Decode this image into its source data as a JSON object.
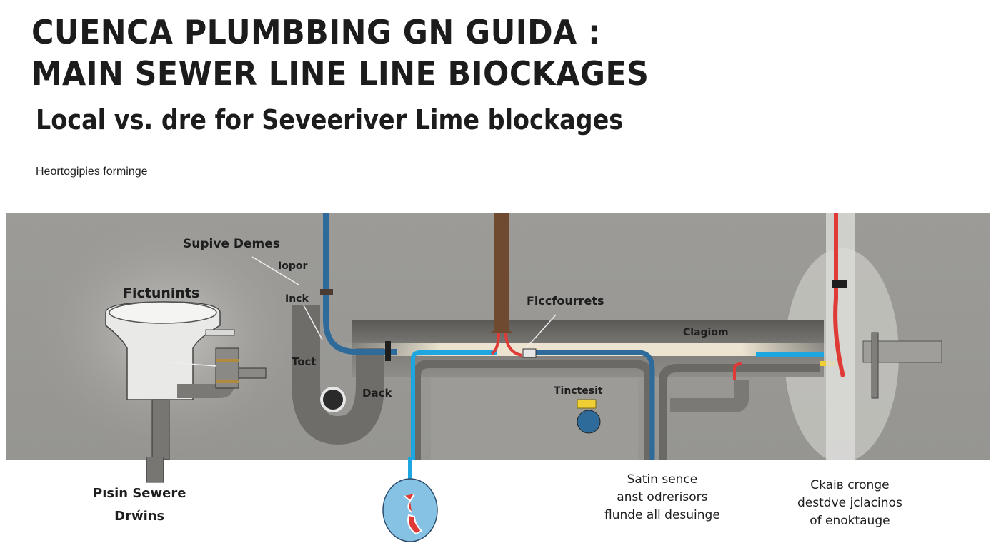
{
  "header": {
    "title_line1": "CUENCA PLUMBBING GN  GUIDA  :",
    "title_line2": "MAIN SEWER LINE LINE BIOCKAGES",
    "subtitle": "Local  vs. dre for Seveeriver Lime blockages",
    "caption": "Heortogipies forminge"
  },
  "diagram": {
    "labels": {
      "supive_demes": "Supive Demes",
      "iopor": "Iopor",
      "inck": "Inck",
      "toct": "Toct",
      "dack": "Dack",
      "fictunints": "Fictunints",
      "ficcfourrets": "Ficcfourrets",
      "clagiom": "Clagiom",
      "tinctesit": "Tinctesit"
    },
    "colors": {
      "panel": "#9a9995",
      "pipe_blue_dark": "#2f6b9a",
      "pipe_blue_light": "#1ea6e0",
      "pipe_brown": "#6f4a30",
      "pipe_red": "#e03a36",
      "fixture_white": "#e9e9e7",
      "valve_yellow": "#f0cf34"
    }
  },
  "bottom_labels": {
    "left": [
      "Pısin Sewere",
      "Drẃins"
    ],
    "center": [
      "Satin sence",
      "anst odrerisors",
      "flunde all desuinge"
    ],
    "right": [
      "Ckaiв cronge",
      "destdve jclacinos",
      "of enoktauge"
    ]
  }
}
